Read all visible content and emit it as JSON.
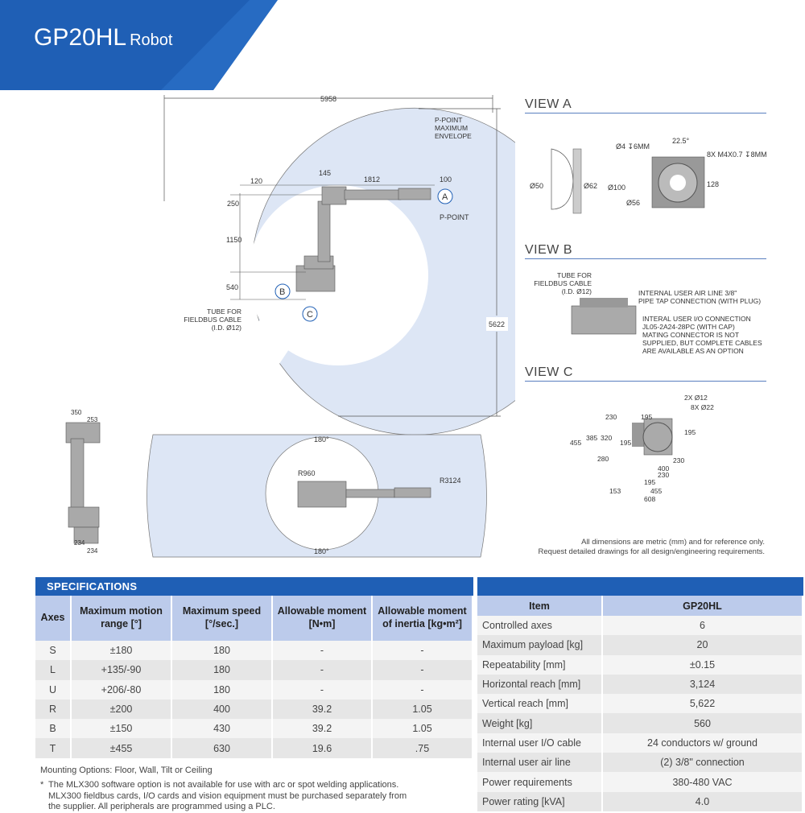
{
  "header": {
    "model": "GP20HL",
    "subtitle": "Robot"
  },
  "colors": {
    "brand_blue": "#1f5fb5",
    "envelope_fill": "#dde6f5",
    "table_header": "#bccbeb"
  },
  "side_view": {
    "width_dim": "5958",
    "height_dim": "5622",
    "envelope_label": [
      "P-POINT",
      "MAXIMUM",
      "ENVELOPE"
    ],
    "dims": {
      "d145": "145",
      "d1812": "1812",
      "d100": "100",
      "d120": "120",
      "d250": "250",
      "d1150": "1150",
      "d540": "540"
    },
    "markers": {
      "a": "A",
      "b": "B",
      "c": "C"
    },
    "p_point": "P-POINT",
    "tube_label": [
      "TUBE FOR",
      "FIELDBUS CABLE",
      "(I.D. Ø12)"
    ]
  },
  "front_view": {
    "d350": "350",
    "d253": "253",
    "d234a": "234",
    "d234b": "234"
  },
  "top_view": {
    "angle_top": "180°",
    "angle_bottom": "180°",
    "r_inner": "R960",
    "r_outer": "R3124"
  },
  "view_a": {
    "title": "VIEW A",
    "d50": "Ø50",
    "d62": "Ø62",
    "d100": "Ø100",
    "d4": "Ø4 ↧6MM",
    "angle": "22.5°",
    "screws": "8X M4X0.7 ↧8MM",
    "d128": "128",
    "d56": "Ø56"
  },
  "view_b": {
    "title": "VIEW B",
    "tube": [
      "TUBE FOR",
      "FIELDBUS CABLE",
      "(I.D. Ø12)"
    ],
    "air": [
      "INTERNAL USER AIR LINE 3/8\"",
      "PIPE TAP CONNECTION (WITH PLUG)"
    ],
    "io": [
      "INTERAL USER I/O CONNECTION",
      "JL05-2A24-28PC (WITH CAP)",
      "MATING CONNECTOR IS NOT",
      "SUPPLIED, BUT COMPLETE CABLES",
      "ARE AVAILABLE AS AN OPTION"
    ]
  },
  "view_c": {
    "title": "VIEW C",
    "holes1": "2X Ø12",
    "holes2": "8X Ø22",
    "d230a": "230",
    "d195a": "195",
    "d195b": "195",
    "d455v": "455",
    "d385": "385",
    "d320": "320",
    "d195c": "195",
    "d280": "280",
    "d230b": "230",
    "d400": "400",
    "d230c": "230",
    "d195d": "195",
    "d153": "153",
    "d455h": "455",
    "d608": "608"
  },
  "dim_note": [
    "All dimensions are metric (mm) and for reference only.",
    "Request detailed drawings for all design/engineering requirements."
  ],
  "specs": {
    "title": "SPECIFICATIONS",
    "headers": [
      "Axes",
      "Maximum motion range [°]",
      "Maximum speed [°/sec.]",
      "Allowable moment [N•m]",
      "Allowable moment of inertia [kg•m²]"
    ],
    "rows": [
      [
        "S",
        "±180",
        "180",
        "-",
        "-"
      ],
      [
        "L",
        "+135/-90",
        "180",
        "-",
        "-"
      ],
      [
        "U",
        "+206/-80",
        "180",
        "-",
        "-"
      ],
      [
        "R",
        "±200",
        "400",
        "39.2",
        "1.05"
      ],
      [
        "B",
        "±150",
        "430",
        "39.2",
        "1.05"
      ],
      [
        "T",
        "±455",
        "630",
        "19.6",
        ".75"
      ]
    ]
  },
  "items": {
    "headers": [
      "Item",
      "GP20HL"
    ],
    "rows": [
      [
        "Controlled axes",
        "6"
      ],
      [
        "Maximum payload [kg]",
        "20"
      ],
      [
        "Repeatability [mm]",
        "±0.15"
      ],
      [
        "Horizontal reach [mm]",
        "3,124"
      ],
      [
        "Vertical reach [mm]",
        "5,622"
      ],
      [
        "Weight [kg]",
        "560"
      ],
      [
        "Internal user I/O cable",
        "24 conductors w/ ground"
      ],
      [
        "Internal user air line",
        "(2) 3/8\" connection"
      ],
      [
        "Power requirements",
        "380-480 VAC"
      ],
      [
        "Power rating [kVA]",
        "4.0"
      ]
    ]
  },
  "notes": {
    "mounting": "Mounting Options: Floor, Wall, Tilt or Ceiling",
    "footnote_mark": "*",
    "footnote": [
      "The MLX300 software option is not available for use with arc or spot welding applications.",
      "MLX300 fieldbus cards, I/O cards and vision equipment must be purchased separately from",
      "the supplier. All peripherals are programmed using a PLC."
    ]
  }
}
